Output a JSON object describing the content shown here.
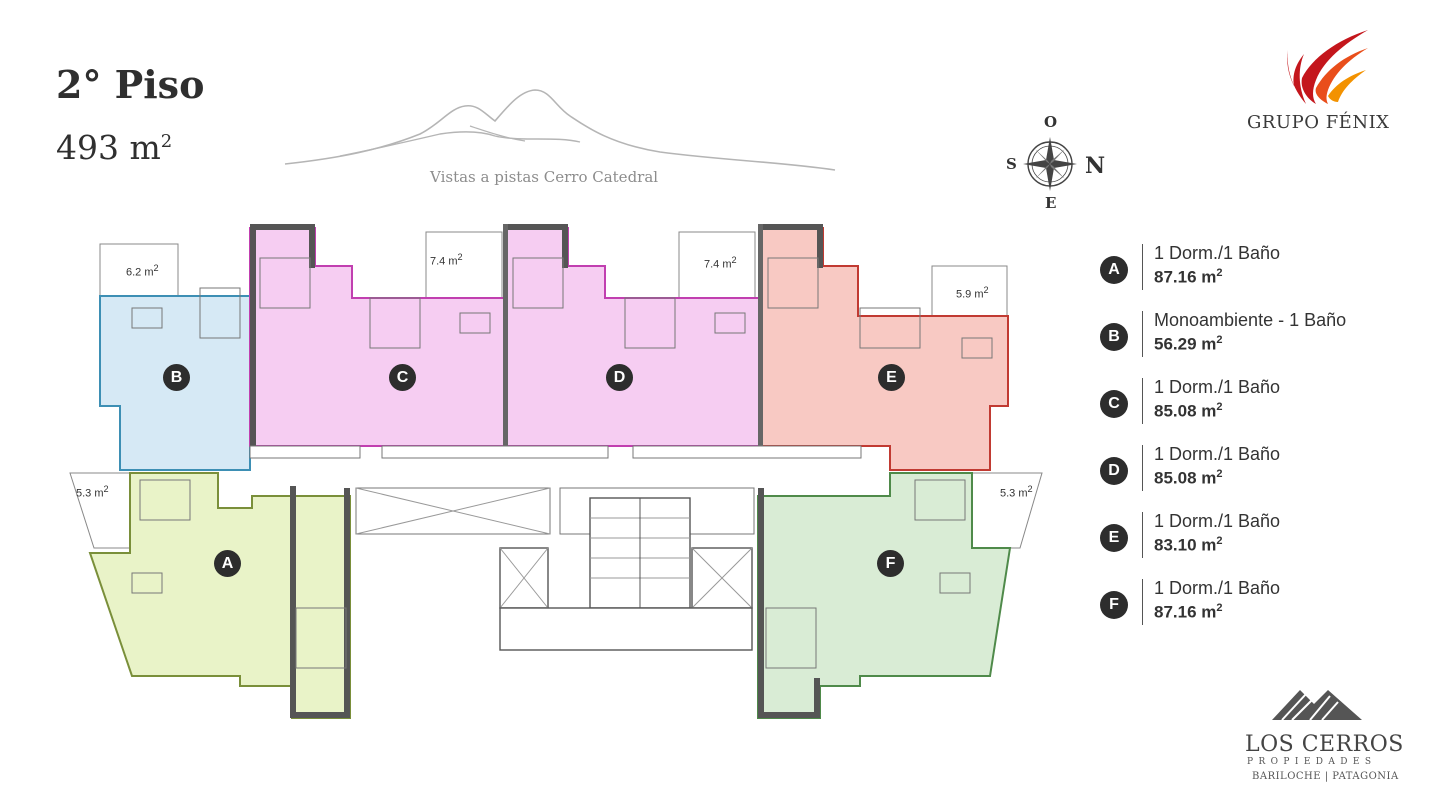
{
  "header": {
    "title": "2° Piso",
    "area_total": "493 m",
    "area_total_sup": "2",
    "view_label": "Vistas a pistas Cerro Catedral"
  },
  "compass": {
    "north": "O",
    "south": "E",
    "west": "S",
    "east": "N"
  },
  "brand": {
    "name": "GRUPO FÉNIX",
    "logo_colors": [
      "#c4161c",
      "#e94e1b",
      "#f39200"
    ]
  },
  "plan": {
    "unit_tags": [
      "A",
      "B",
      "C",
      "D",
      "E",
      "F"
    ],
    "balconies": [
      {
        "label": "6.2 m",
        "sup": "2"
      },
      {
        "label": "7.4 m",
        "sup": "2"
      },
      {
        "label": "7.4 m",
        "sup": "2"
      },
      {
        "label": "5.9 m",
        "sup": "2"
      },
      {
        "label": "5.3 m",
        "sup": "2"
      },
      {
        "label": "5.3 m",
        "sup": "2"
      }
    ],
    "colors": {
      "A": "#e9f3c8",
      "B": "#d6e9f5",
      "C": "#f6cdf2",
      "D": "#f6cdf2",
      "E": "#f8c9c3",
      "F": "#d9ecd5"
    }
  },
  "legend": [
    {
      "id": "A",
      "type": "1 Dorm./1 Baño",
      "area": "87.16 m",
      "sup": "2"
    },
    {
      "id": "B",
      "type": "Monoambiente - 1 Baño",
      "area": "56.29 m",
      "sup": "2"
    },
    {
      "id": "C",
      "type": "1 Dorm./1 Baño",
      "area": "85.08 m",
      "sup": "2"
    },
    {
      "id": "D",
      "type": "1 Dorm./1 Baño",
      "area": "85.08 m",
      "sup": "2"
    },
    {
      "id": "E",
      "type": "1 Dorm./1 Baño",
      "area": "83.10 m",
      "sup": "2"
    },
    {
      "id": "F",
      "type": "1 Dorm./1 Baño",
      "area": "87.16 m",
      "sup": "2"
    }
  ],
  "footer": {
    "name": "LOS CERROS",
    "sub": "PROPIEDADES",
    "city": "BARILOCHE | PATAGONIA"
  }
}
